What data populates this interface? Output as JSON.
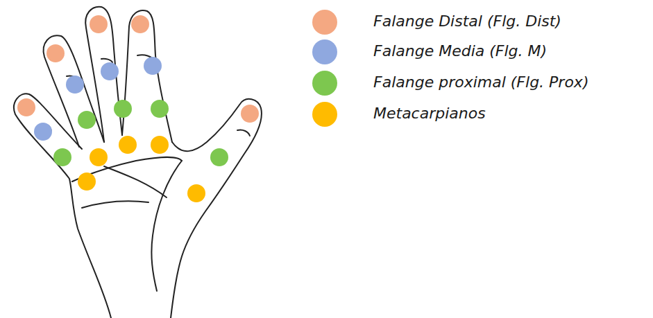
{
  "diagram": {
    "legend": [
      {
        "text": "Falange Distal (Flg. Dist)",
        "color": "#f4a882"
      },
      {
        "text": "Falange Media (Flg. M)",
        "color": "#8fa8df"
      },
      {
        "text": "Falange proximal (Flg. Prox)",
        "color": "#7dc74f"
      },
      {
        "text": "Metacarpianos",
        "color": "#ffbb00"
      }
    ]
  }
}
